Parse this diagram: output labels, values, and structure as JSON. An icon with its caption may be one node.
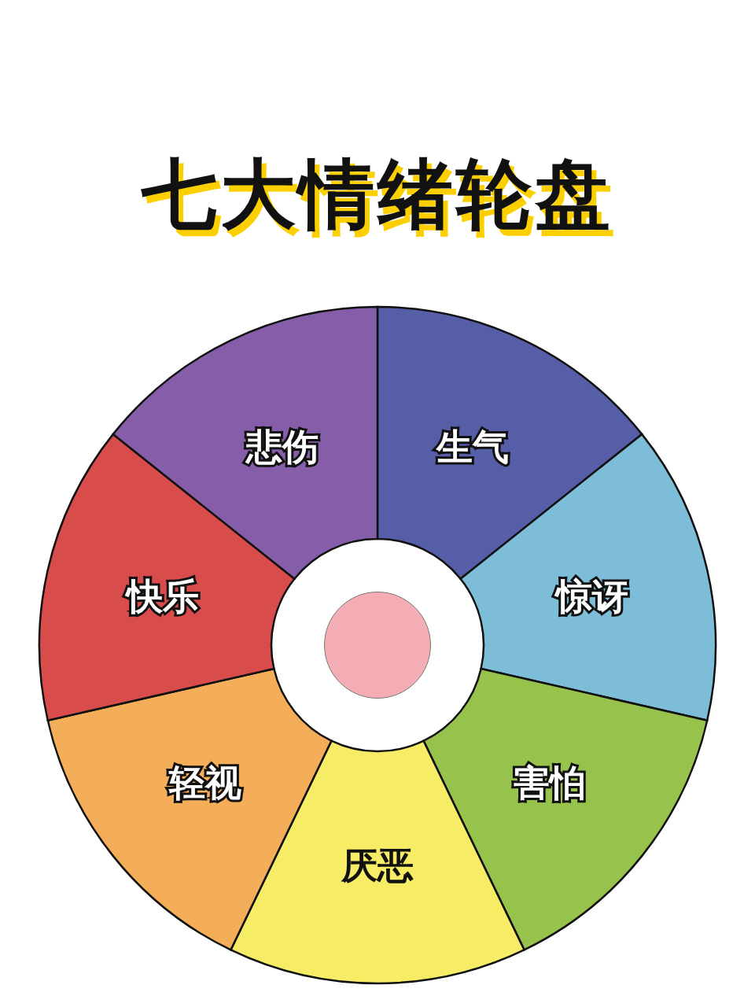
{
  "diagram": {
    "title": "七大情绪轮盘",
    "nodes": [
      {
        "text": [
          "生气"
        ]
      },
      {
        "text": [
          "惊讶"
        ]
      },
      {
        "text": [
          "害怕"
        ]
      },
      {
        "text": [
          "厌恶"
        ]
      },
      {
        "text": [
          "轻视"
        ]
      },
      {
        "text": [
          "快乐"
        ]
      },
      {
        "text": [
          "悲伤"
        ]
      },
      {
        "text": [],
        "shape": "circle"
      }
    ]
  }
}
